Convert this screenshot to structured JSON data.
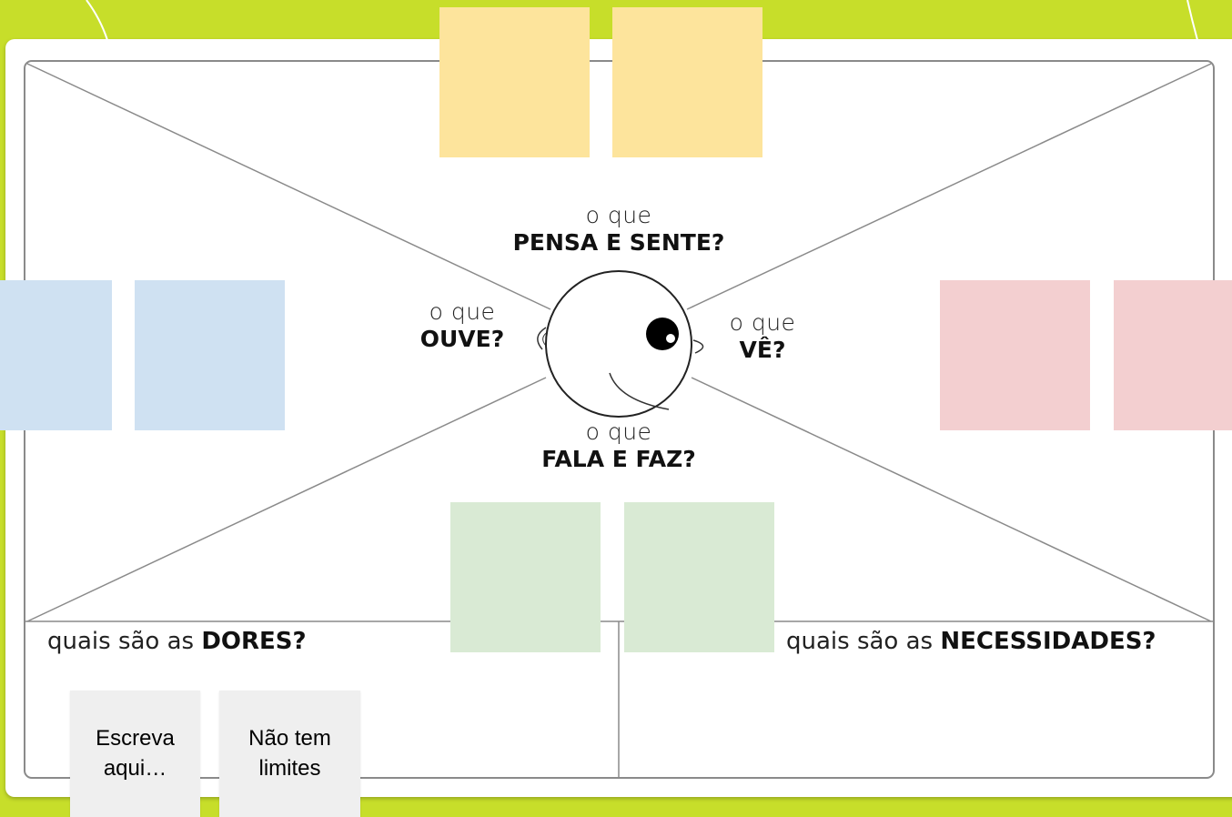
{
  "labels": {
    "thinks": {
      "small": "o que",
      "big": "PENSA E SENTE?"
    },
    "hears": {
      "small": "o que",
      "big": "OUVE?"
    },
    "sees": {
      "small": "o que",
      "big": "VÊ?"
    },
    "says": {
      "small": "o que",
      "big": "FALA E FAZ?"
    },
    "pains": {
      "prefix": "quais são as",
      "bold": "DORES?"
    },
    "needs": {
      "prefix": "quais são as",
      "bold": "NECESSIDADES?"
    }
  },
  "colors": {
    "background": "#c7de2a",
    "yellow_note": "#fde49c",
    "blue_note": "#cfe1f2",
    "red_note": "#f3cfd0",
    "green_note": "#d9ead4",
    "gray_note": "#efefef"
  },
  "notes": {
    "thinks": [
      "",
      ""
    ],
    "hears": [
      "",
      ""
    ],
    "sees": [
      "",
      ""
    ],
    "says": [
      "",
      ""
    ],
    "pains": [
      "Escreva aqui…",
      "Não tem limites"
    ]
  }
}
